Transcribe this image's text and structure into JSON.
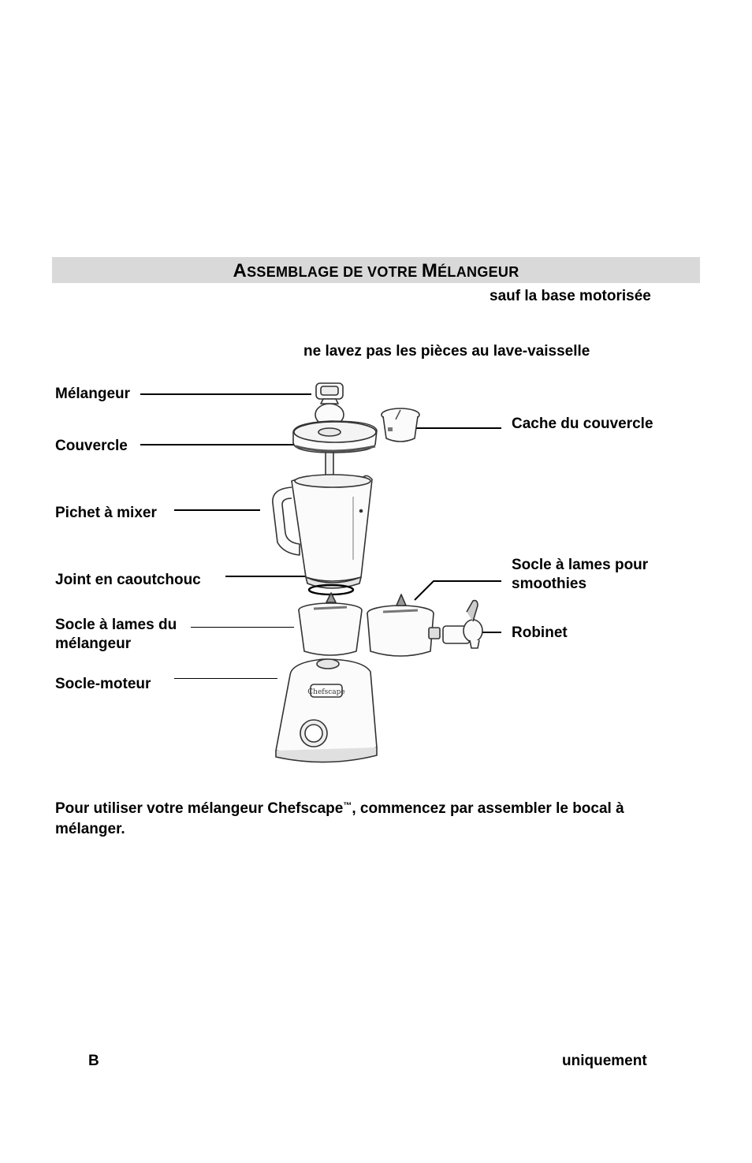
{
  "section": {
    "heading": {
      "big1": "A",
      "small1": "SSEMBLAGE DE VOTRE ",
      "big2": "M",
      "small2": "ÉLANGEUR"
    },
    "note_line_1": "sauf la base motorisée",
    "note_line_2": "ne lavez pas les pièces au lave-vaisselle"
  },
  "diagram": {
    "labels": {
      "melangeur": "Mélangeur",
      "couvercle": "Couvercle",
      "cache_couvercle": "Cache du couvercle",
      "pichet": "Pichet à mixer",
      "joint": "Joint en caoutchouc",
      "socle_smoothies_1": "Socle à lames pour",
      "socle_smoothies_2": "smoothies",
      "socle_melangeur_1": "Socle à lames du",
      "socle_melangeur_2": "mélangeur",
      "robinet": "Robinet",
      "socle_moteur": "Socle-moteur"
    },
    "brand_on_base": "Chefscape"
  },
  "instructions": {
    "text_before_tm": "Pour utiliser votre mélangeur Chefscape",
    "tm": "™",
    "text_after_tm": ", commencez par assembler le bocal à",
    "line_2": "mélanger."
  },
  "footer": {
    "left": "B",
    "right": "uniquement"
  }
}
